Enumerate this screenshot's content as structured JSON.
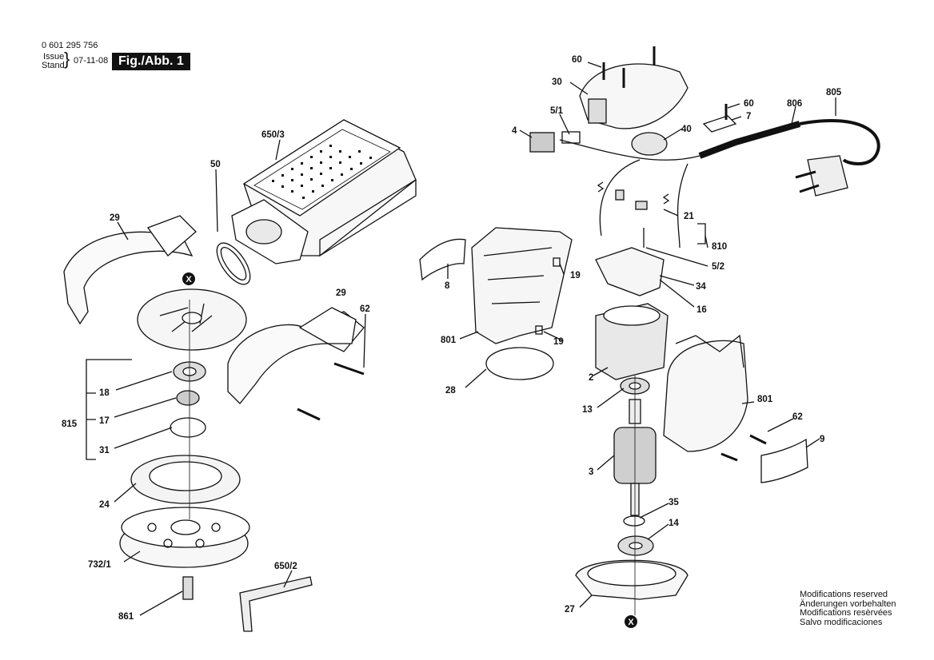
{
  "header": {
    "part_number": "0 601 295 756",
    "issue_label": "Issue",
    "stand_label": "Stand",
    "date": "07-11-08",
    "figure": "Fig./Abb. 1"
  },
  "notes": [
    "Modifications reserved",
    "Änderungen vorbehalten",
    "Modifications resèrvées",
    "Salvo modificaciones"
  ],
  "callouts": {
    "p650_3": "650/3",
    "p50": "50",
    "p29a": "29",
    "p29b": "29",
    "p62a": "62",
    "x_top": "X",
    "x_bottom": "X",
    "p18": "18",
    "p815": "815",
    "p17": "17",
    "p31": "31",
    "p24": "24",
    "p732_1": "732/1",
    "p861": "861",
    "p650_2": "650/2",
    "p60a": "60",
    "p30": "30",
    "p5_1": "5/1",
    "p4": "4",
    "p40": "40",
    "p60b": "60",
    "p7": "7",
    "p806": "806",
    "p805": "805",
    "p8": "8",
    "p19a": "19",
    "p801a": "801",
    "p19b": "19",
    "p28": "28",
    "p21": "21",
    "p810": "810",
    "p5_2": "5/2",
    "p34": "34",
    "p16": "16",
    "p2": "2",
    "p13": "13",
    "p801b": "801",
    "p62b": "62",
    "p9": "9",
    "p3": "3",
    "p35": "35",
    "p14": "14",
    "p27": "27"
  }
}
